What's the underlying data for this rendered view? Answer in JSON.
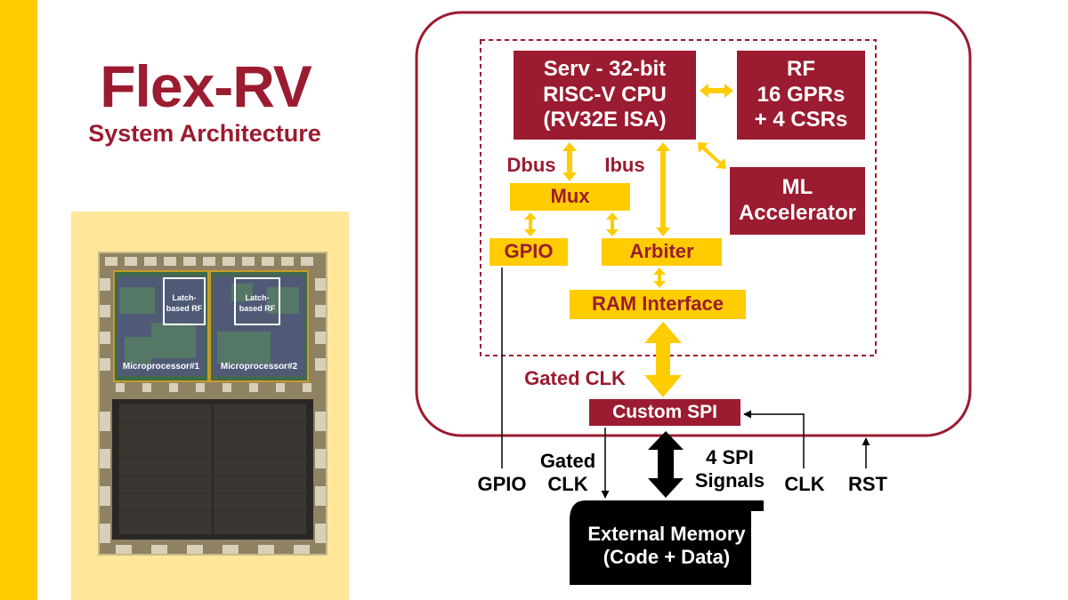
{
  "colors": {
    "maroon": "#9b1b30",
    "gold": "#ffcc00",
    "gold_light": "#ffe79a",
    "black": "#000000",
    "white": "#ffffff"
  },
  "slide": {
    "title": "Flex-RV",
    "subtitle": "System Architecture"
  },
  "die_photo": {
    "rf_label_1": "Latch-\nbased RF",
    "rf_label_2": "Latch-\nbased RF",
    "core_label_1": "Microprocessor#1",
    "core_label_2": "Microprocessor#2"
  },
  "diagram": {
    "cpu": "Serv - 32-bit\nRISC-V CPU\n(RV32E ISA)",
    "rf": "RF\n16 GPRs\n+ 4 CSRs",
    "ml": "ML\nAccelerator",
    "dbus": "Dbus",
    "ibus": "Ibus",
    "mux": "Mux",
    "gpio_block": "GPIO",
    "arbiter": "Arbiter",
    "ram_interface": "RAM Interface",
    "gated_clk_inside": "Gated CLK",
    "custom_spi": "Custom SPI",
    "gpio_pin": "GPIO",
    "gated_clk_pin": "Gated\nCLK",
    "spi_signals": "4 SPI\nSignals",
    "clk_pin": "CLK",
    "rst_pin": "RST",
    "external_memory": "External Memory\n(Code + Data)"
  }
}
